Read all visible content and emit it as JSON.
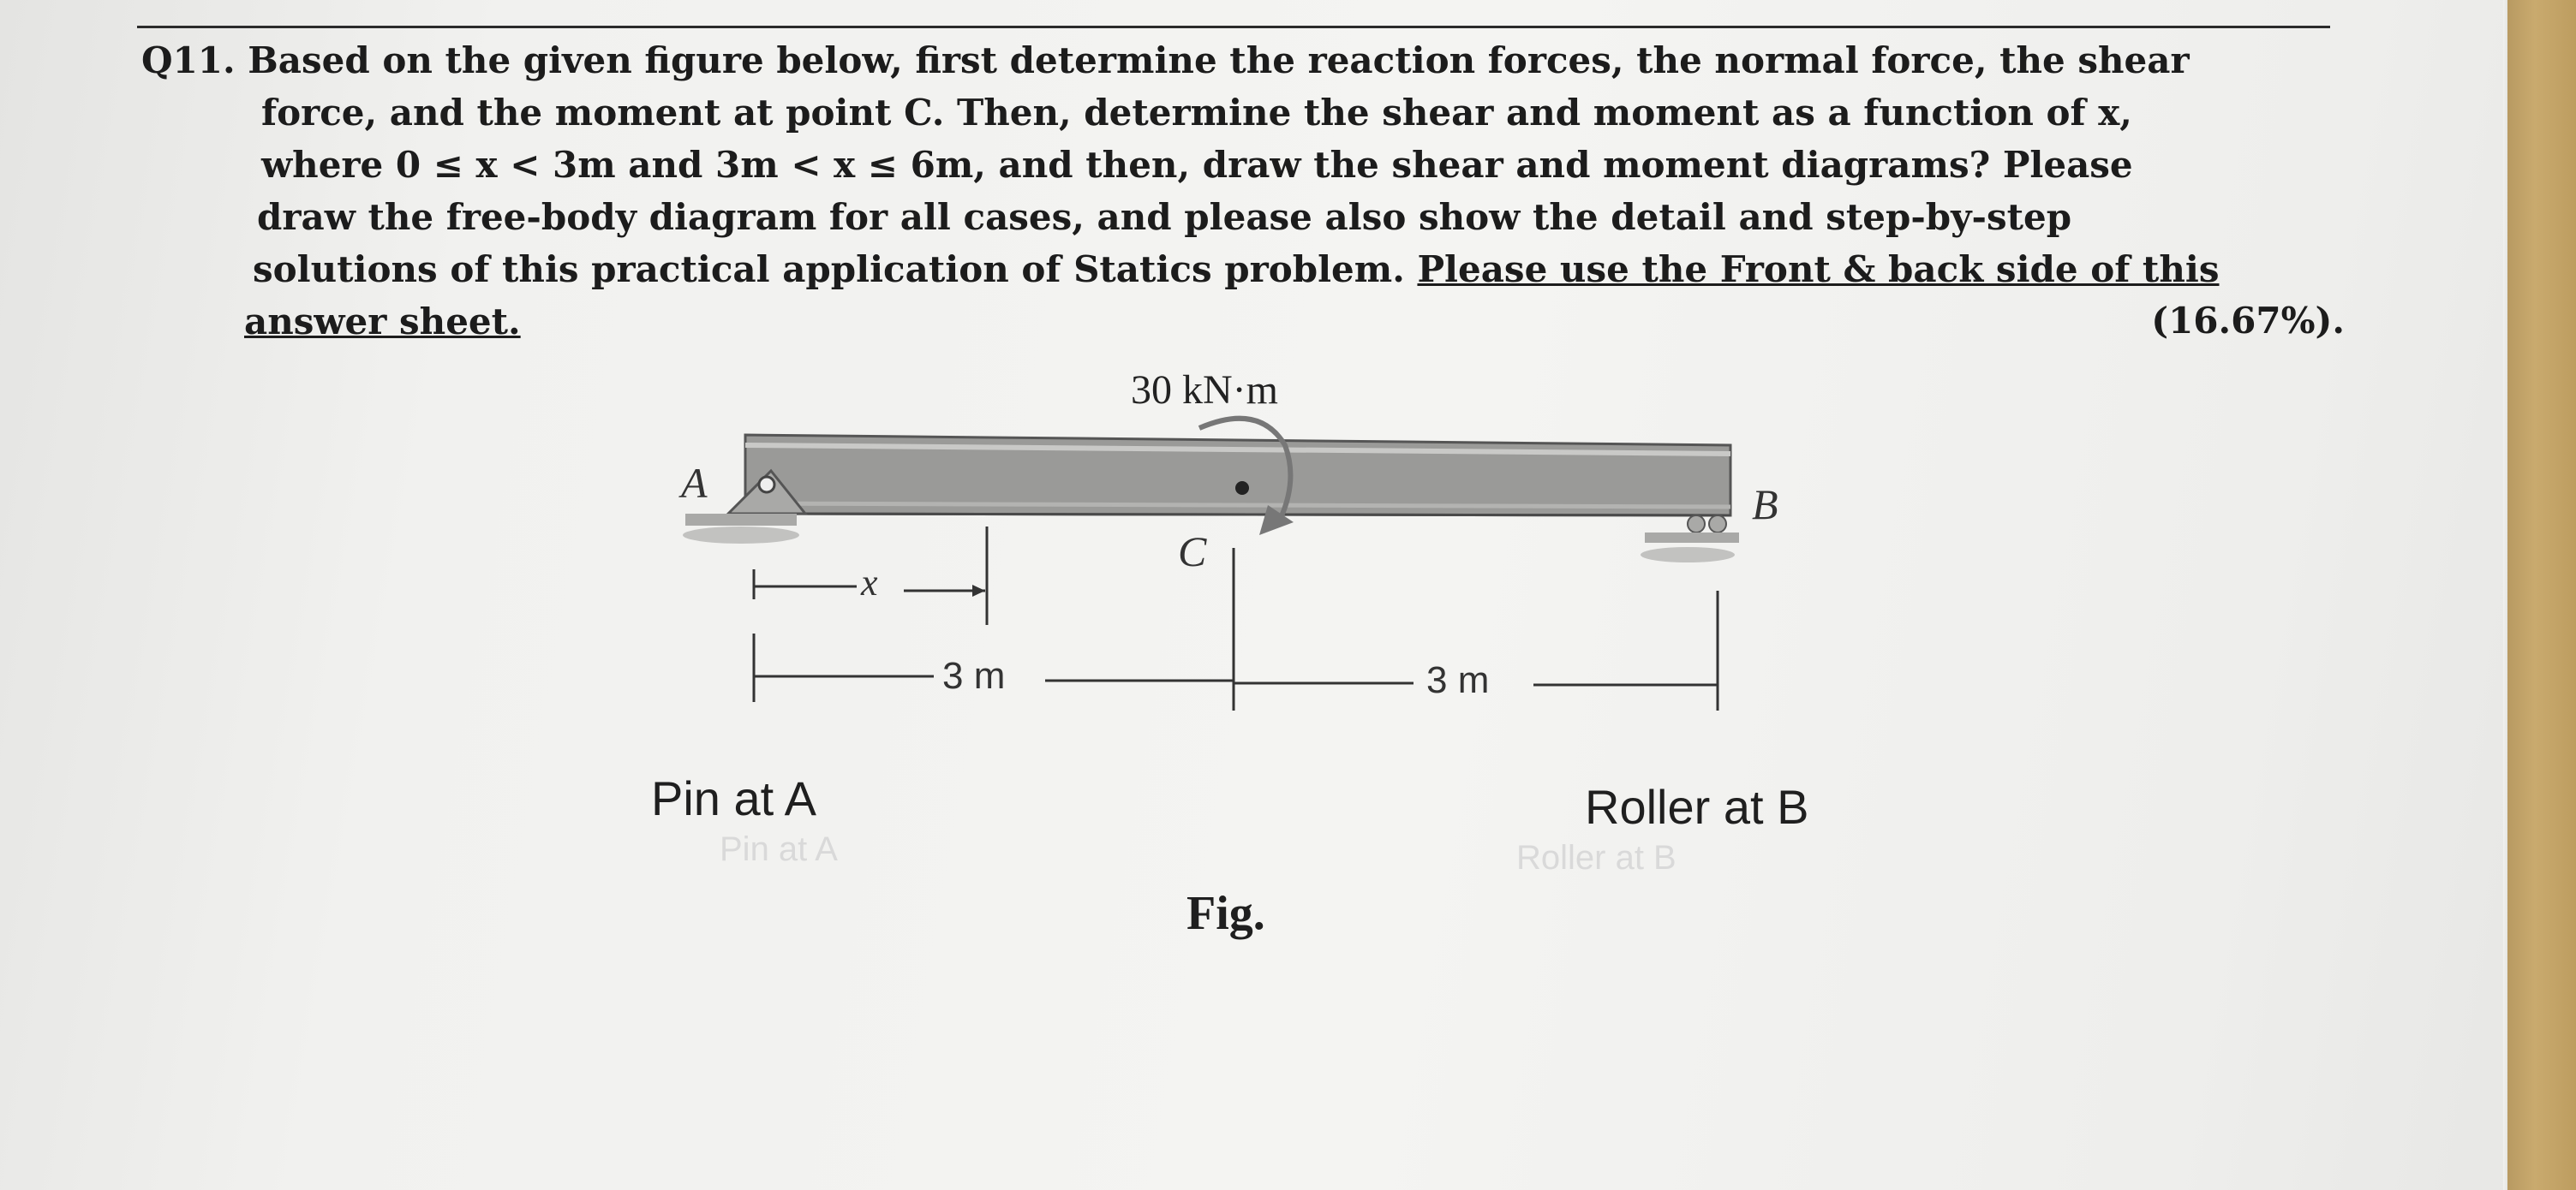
{
  "question": {
    "lines": [
      "Q11. Based on the given figure below, first determine the reaction forces, the normal force, the shear",
      "force, and the moment at point C. Then, determine the shear and moment as a function of x,",
      "where 0 ≤ x < 3m and 3m < x ≤ 6m, and then, draw the shear and moment diagrams? Please",
      "draw the free-body diagram for all cases, and please also show the detail and step-by-step",
      "solutions of this practical application of Statics problem. "
    ],
    "underlined_part_1": "Please use the Front & back side of this",
    "underlined_part_2": "answer sheet.",
    "weight": "(16.67%)."
  },
  "figure": {
    "moment_load": "30 kN·m",
    "point_a": "A",
    "point_b": "B",
    "point_c": "C",
    "x_label": "x",
    "span_left": "3 m",
    "span_right": "3 m",
    "support_a_text": "Pin at A",
    "support_b_text": "Roller at B",
    "caption": "Fig."
  },
  "colors": {
    "ink": "#1c1c1c",
    "beam_fill": "#9a9a98",
    "beam_highlight": "#c4c4c2",
    "ground": "#a9a9a7"
  }
}
